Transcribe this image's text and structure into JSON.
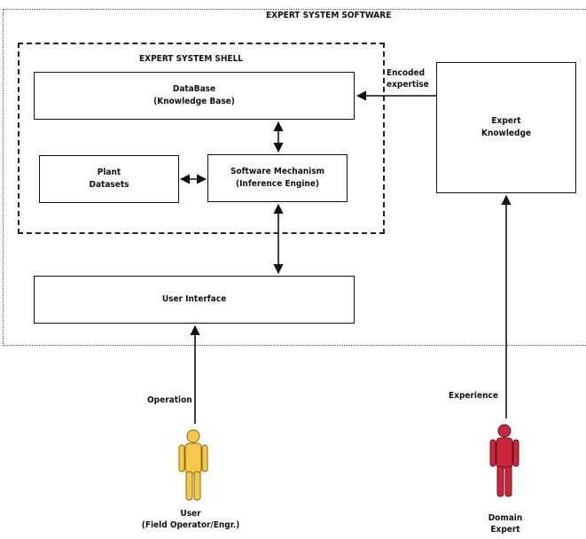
{
  "system": {
    "title": "EXPERT SYSTEM SOFTWARE"
  },
  "shell": {
    "title": "EXPERT SYSTEM SHELL"
  },
  "database": {
    "line1": "DataBase",
    "line2": "(Knowledge Base)"
  },
  "datasets": {
    "line1": "Plant",
    "line2": "Datasets"
  },
  "inference": {
    "line1": "Software Mechanism",
    "line2": "(Inference Engine)"
  },
  "ui": {
    "label": "User Interface"
  },
  "expert_knowledge": {
    "line1": "Expert",
    "line2": "Knowledge"
  },
  "edges": {
    "encoded_line1": "Encoded",
    "encoded_line2": "expertise",
    "operation": "Operation",
    "experience": "Experience"
  },
  "actors": {
    "user": {
      "line1": "User",
      "line2": "(Field Operator/Engr.)",
      "color": "#f5c84c"
    },
    "domain_expert": {
      "line1": "Domain",
      "line2": "Expert",
      "color": "#c8283c"
    }
  }
}
